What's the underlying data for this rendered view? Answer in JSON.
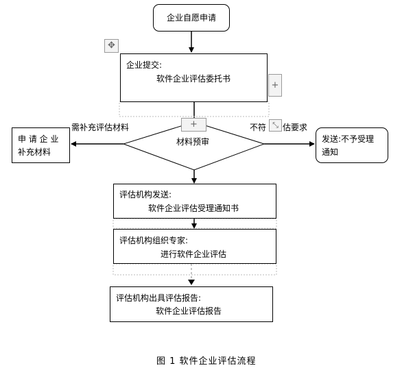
{
  "start": {
    "label": "企业自愿申请"
  },
  "submit": {
    "title": "企业提交:",
    "body": "软件企业评估委托书"
  },
  "review": {
    "label": "材料预审"
  },
  "left_branch": {
    "condition": "需补充评估材料",
    "box_line1": "申 请 企 业",
    "box_line2": "补充材料"
  },
  "right_branch": {
    "condition_part1": "不符",
    "condition_part2": "估要求",
    "box_line1": "发送:不予受理",
    "box_line2": "通知"
  },
  "step_send": {
    "title": "评估机构发送:",
    "body": "软件企业评估受理通知书"
  },
  "step_experts": {
    "title": "评估机构组织专家:",
    "body": "进行软件企业评估"
  },
  "step_report": {
    "title": "评估机构出具评估报告:",
    "body": "软件企业评估报告"
  },
  "caption": "图 1 软件企业评估流程",
  "icons": [
    "move-icon",
    "plus-icon",
    "plus-icon",
    "resize-icon"
  ]
}
